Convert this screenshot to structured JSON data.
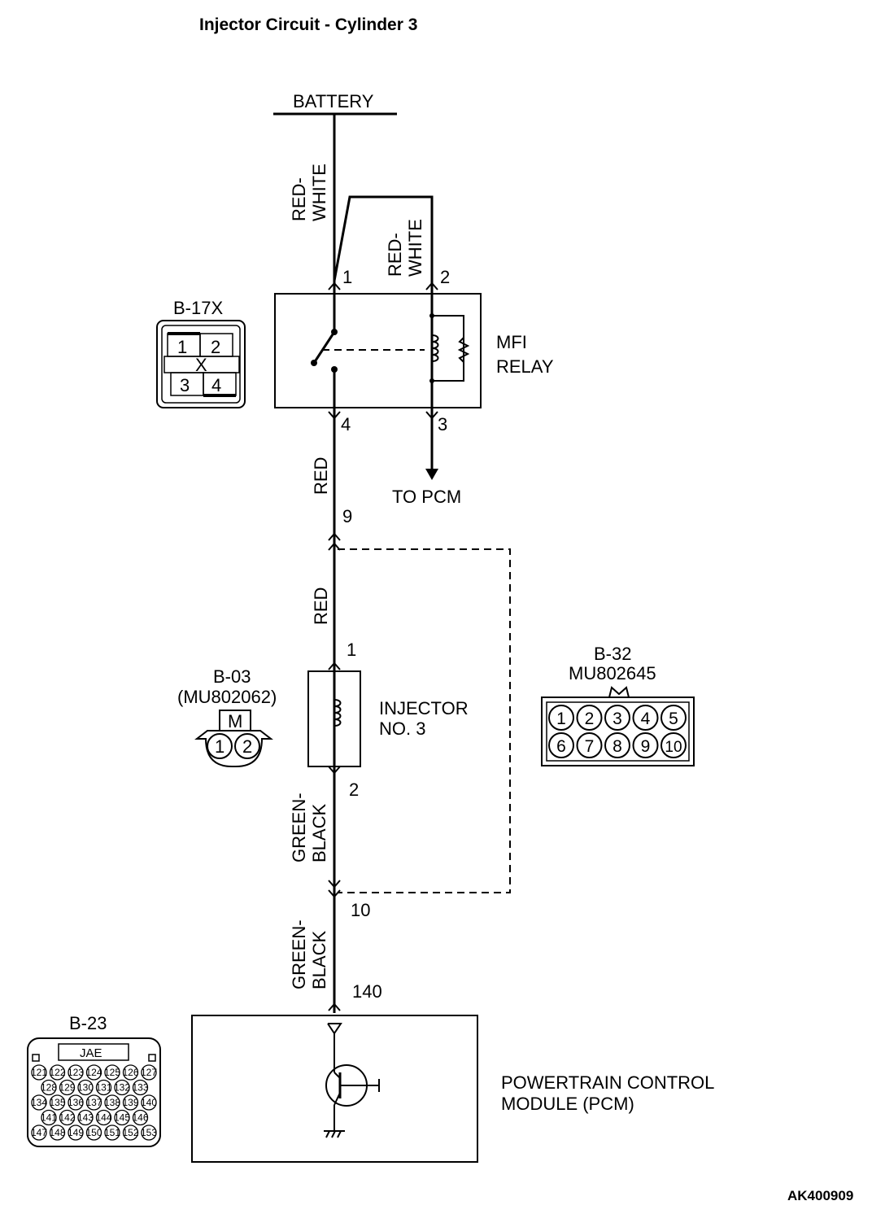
{
  "title": "Injector Circuit - Cylinder 3",
  "figure_id": "AK400909",
  "battery": {
    "label": "BATTERY"
  },
  "wires": {
    "battery_to_relay": "RED-\nWHITE",
    "relay_pin2_feed": "RED-\nWHITE",
    "relay_to_junction": "RED",
    "junction_to_injector": "RED",
    "injector_to_junction": "GREEN-\nBLACK",
    "junction_to_pcm": "GREEN-\nBLACK"
  },
  "relay": {
    "name_line1": "MFI",
    "name_line2": "RELAY",
    "pins": [
      "1",
      "2",
      "4",
      "3"
    ],
    "to_pcm": "TO PCM"
  },
  "junction": {
    "pin_top": "9",
    "pin_bottom": "10"
  },
  "injector": {
    "name_line1": "INJECTOR",
    "name_line2": "NO. 3",
    "pin_top": "1",
    "pin_bottom": "2"
  },
  "pcm": {
    "pin": "140",
    "name_line1": "POWERTRAIN CONTROL",
    "name_line2": "MODULE (PCM)"
  },
  "connectors": {
    "b17x": {
      "code": "B-17X",
      "cells": [
        "1",
        "2",
        "3",
        "4"
      ],
      "center": "X"
    },
    "b03": {
      "code": "B-03",
      "part": "(MU802062)",
      "cells": [
        "1",
        "2"
      ],
      "key": "M"
    },
    "b32": {
      "code": "B-32",
      "part": "MU802645",
      "cells": [
        "1",
        "2",
        "3",
        "4",
        "5",
        "6",
        "7",
        "8",
        "9",
        "10"
      ]
    },
    "b23": {
      "code": "B-23",
      "maker": "JAE",
      "rows": [
        [
          "121",
          "122",
          "123",
          "124",
          "125",
          "126",
          "127"
        ],
        [
          "128",
          "129",
          "130",
          "131",
          "132",
          "133"
        ],
        [
          "134",
          "135",
          "136",
          "137",
          "138",
          "139",
          "140"
        ],
        [
          "141",
          "142",
          "143",
          "144",
          "145",
          "146"
        ],
        [
          "147",
          "148",
          "149",
          "150",
          "151",
          "152",
          "153"
        ]
      ]
    }
  }
}
